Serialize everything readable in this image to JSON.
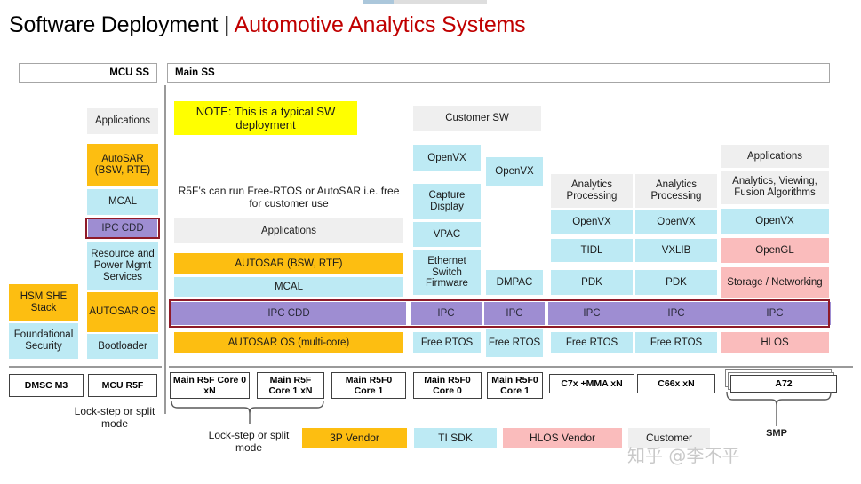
{
  "title": {
    "main": "Software Deployment",
    "separator": " | ",
    "accent": "Automotive Analytics Systems"
  },
  "headers": {
    "mcu_ss": "MCU SS",
    "main_ss": "Main SS"
  },
  "note": {
    "text": "NOTE: This is a typical SW deployment"
  },
  "free_text": {
    "r5f_note": "R5F’s can run Free-RTOS or AutoSAR i.e. free for customer use",
    "lockstep_mcu": "Lock-step or split mode",
    "lockstep_main": "Lock-step or split mode",
    "smp": "SMP"
  },
  "mcu_ss": {
    "security_stack": [
      {
        "label": "HSM SHE Stack",
        "color": "orange"
      },
      {
        "label": "Foundational Security",
        "color": "blue"
      }
    ],
    "main_stack": [
      {
        "label": "Applications",
        "color": "gray"
      },
      {
        "label": "AutoSAR (BSW, RTE)",
        "color": "orange"
      },
      {
        "label": "MCAL",
        "color": "blue"
      },
      {
        "label": "IPC CDD",
        "color": "purple"
      },
      {
        "label": "Resource and Power Mgmt Services",
        "color": "blue"
      },
      {
        "label": "AUTOSAR OS",
        "color": "orange"
      },
      {
        "label": "Bootloader",
        "color": "blue"
      }
    ]
  },
  "main_ss": {
    "col_r5f": {
      "applications": "Applications",
      "autosar": "AUTOSAR (BSW, RTE)",
      "mcal": "MCAL",
      "ipc": "IPC CDD",
      "os": "AUTOSAR OS (multi-core)"
    },
    "col_customer_sw": "Customer SW",
    "col_a": {
      "items": [
        "OpenVX",
        "Capture Display",
        "VPAC",
        "Ethernet Switch Firmware"
      ],
      "ipc": "IPC",
      "rtos": "Free RTOS"
    },
    "col_b": {
      "items": [
        "OpenVX",
        "DMPAC"
      ],
      "ipc": "IPC",
      "rtos": "Free RTOS"
    },
    "col_c": {
      "analytics": "Analytics Processing",
      "items": [
        "OpenVX",
        "TIDL",
        "PDK"
      ],
      "ipc": "IPC",
      "rtos": "Free RTOS"
    },
    "col_d": {
      "analytics": "Analytics Processing",
      "items": [
        "OpenVX",
        "VXLIB",
        "PDK"
      ],
      "ipc": "IPC",
      "rtos": "Free RTOS"
    },
    "col_e": {
      "applications": "Applications",
      "algorithms": "Analytics, Viewing, Fusion Algorithms",
      "items": [
        "OpenVX",
        "OpenGL",
        "Storage / Networking"
      ],
      "ipc": "IPC",
      "os": "HLOS"
    }
  },
  "hardware": {
    "mcu": [
      "DMSC M3",
      "MCU R5F"
    ],
    "main": [
      "Main R5F Core 0 xN",
      "Main R5F Core 1 xN",
      "Main R5F0 Core 1",
      "Main R5F0 Core 0",
      "Main R5F0 Core 1",
      "C7x +MMA xN",
      "C66x xN",
      "A72"
    ]
  },
  "legend": [
    {
      "label": "3P Vendor",
      "color": "orange"
    },
    {
      "label": "TI SDK",
      "color": "blue"
    },
    {
      "label": "HLOS Vendor",
      "color": "pink"
    },
    {
      "label": "Customer",
      "color": "gray"
    }
  ],
  "watermark": {
    "text": "知乎 @李不平"
  },
  "colors": {
    "accent_title": "#C00000",
    "orange": "#FDBE11",
    "blue": "#BDEAF4",
    "pink": "#FABCBC",
    "purple": "#9E8DD2",
    "gray": "#EFEFEF",
    "yellow": "#FFFF00",
    "red_outline": "#8F1A28"
  }
}
